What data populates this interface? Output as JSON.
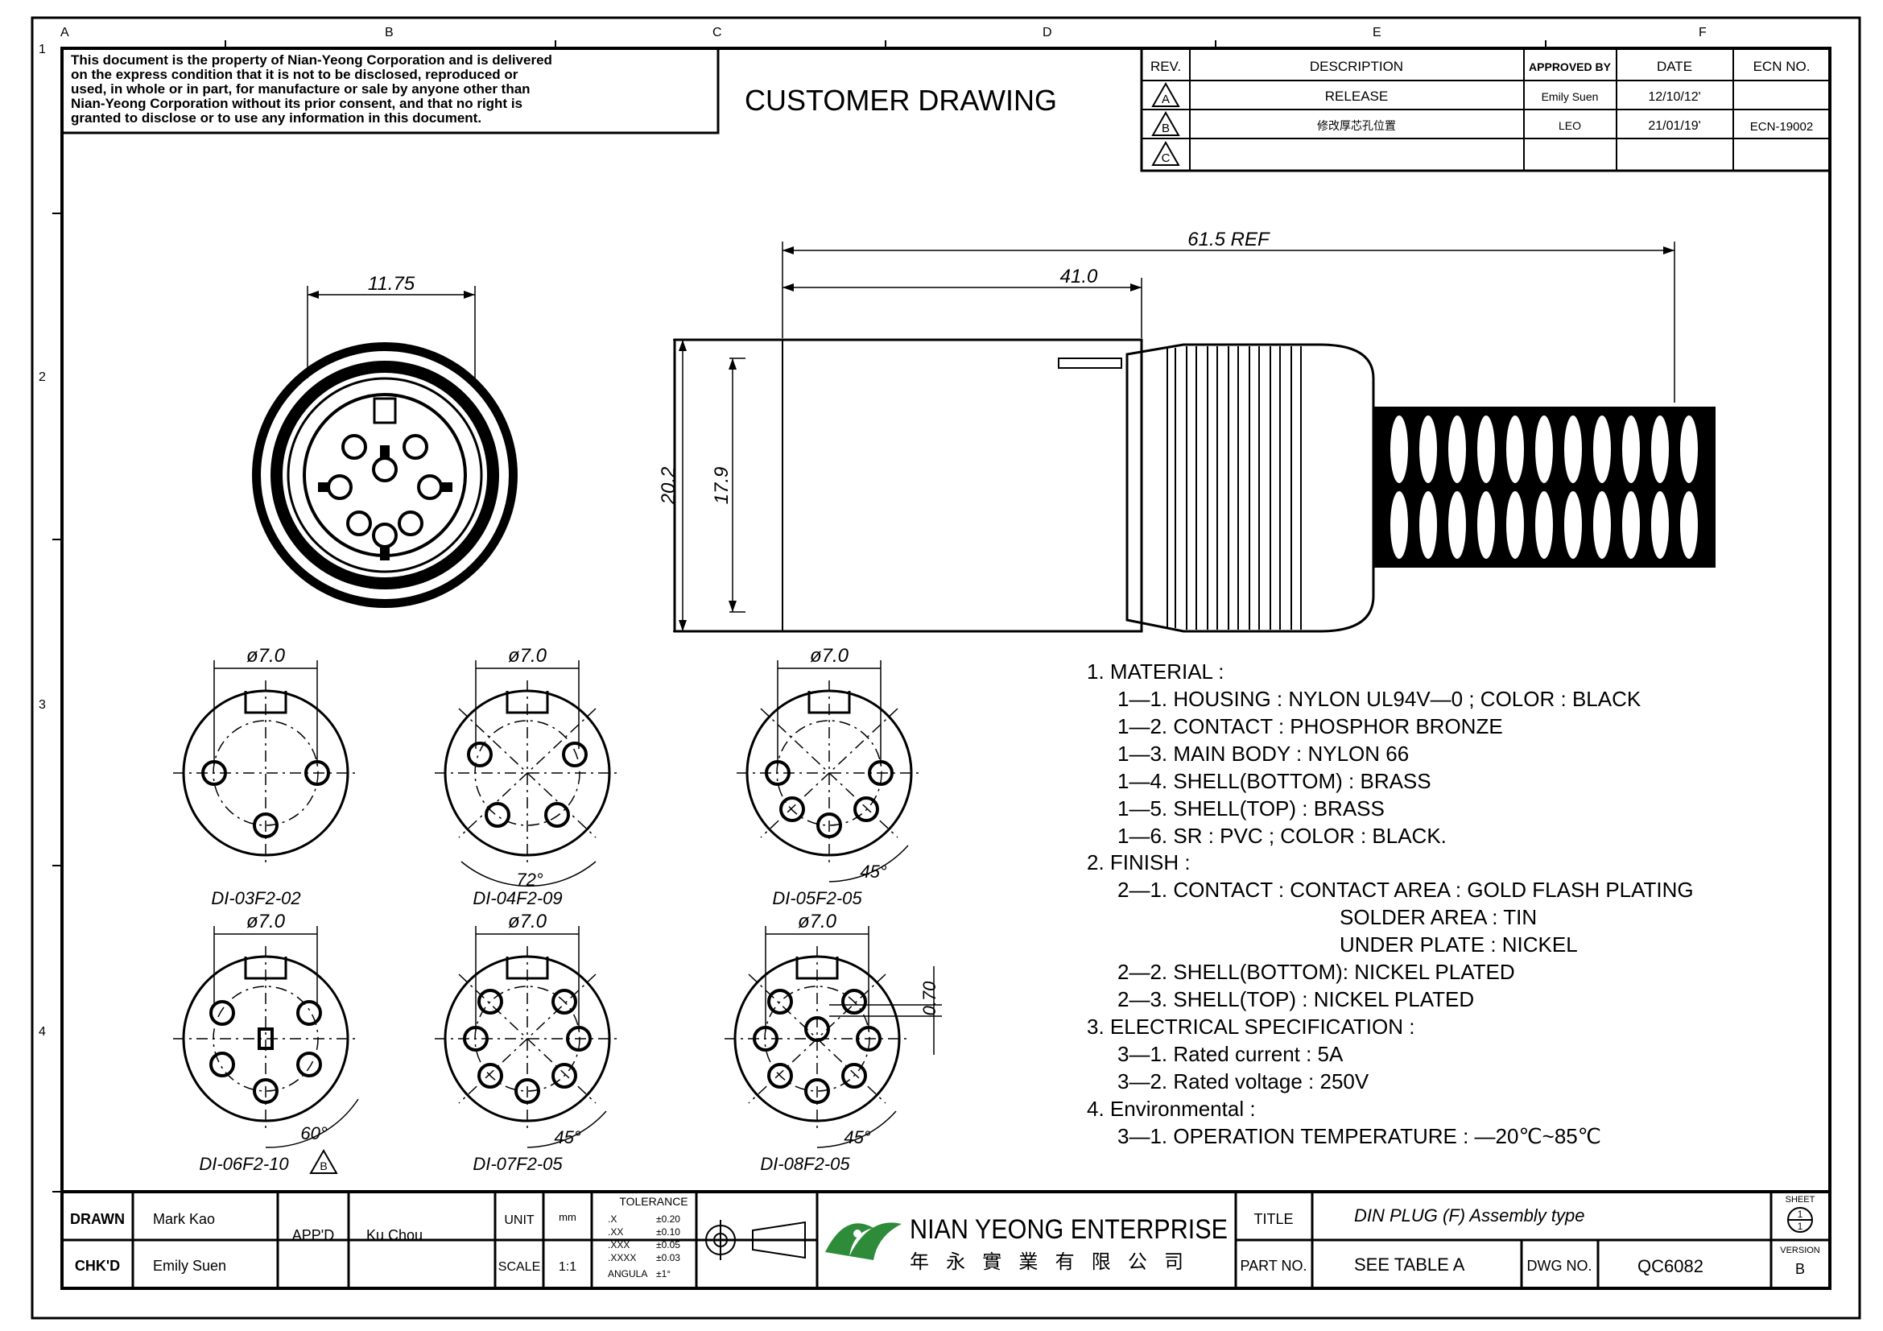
{
  "zones": {
    "columns": [
      "A",
      "B",
      "C",
      "D",
      "E",
      "F"
    ],
    "rows": [
      "1",
      "2",
      "3",
      "4"
    ]
  },
  "notice": {
    "lines": [
      "This document is the property of Nian-Yeong Corporation and is delivered",
      "on  the  express condition that it is not to be disclosed, reproduced or",
      "used, in whole or in part, for manufacture or sale by anyone other than",
      "Nian-Yeong Corporation without  its prior consent, and that  no right  is",
      "granted to disclose or to use any information in this  document."
    ]
  },
  "drawing_type": "CUSTOMER  DRAWING",
  "revisions": {
    "headers": [
      "REV.",
      "DESCRIPTION",
      "APPROVED BY",
      "DATE",
      "ECN NO."
    ],
    "rows": [
      {
        "rev": "A",
        "description": "RELEASE",
        "approved": "Emily Suen",
        "date": "12/10/12'",
        "ecn": ""
      },
      {
        "rev": "B",
        "description": "修改厚芯孔位置",
        "approved": "LEO",
        "date": "21/01/19'",
        "ecn": "ECN-19002"
      },
      {
        "rev": "C",
        "description": "",
        "approved": "",
        "date": "",
        "ecn": ""
      }
    ]
  },
  "dimensions": {
    "top_width": "11.75",
    "overall_ref": "61.5 REF",
    "body_length": "41.0",
    "outer_dia": "20.2",
    "inner_dia": "17.9",
    "pin_circle": "ø7.0",
    "key_offset": "0.70"
  },
  "variants": [
    {
      "code": "DI-03F2-02",
      "angle": "",
      "pin_circle": "ø7.0"
    },
    {
      "code": "DI-04F2-09",
      "angle": "72°",
      "pin_circle": "ø7.0"
    },
    {
      "code": "DI-05F2-05",
      "angle": "45°",
      "pin_circle": "ø7.0"
    },
    {
      "code": "DI-06F2-10",
      "angle": "60°",
      "pin_circle": "ø7.0",
      "rev": "B"
    },
    {
      "code": "DI-07F2-05",
      "angle": "45°",
      "pin_circle": "ø7.0"
    },
    {
      "code": "DI-08F2-05",
      "angle": "45°",
      "pin_circle": "ø7.0"
    }
  ],
  "notes": [
    "1.  MATERIAL  :",
    "1—1.  HOUSING  :  NYLON  UL94V—0  ;  COLOR  :  BLACK",
    "1—2.  CONTACT  :  PHOSPHOR  BRONZE",
    "1—3.  MAIN  BODY  :  NYLON  66",
    "1—4.  SHELL(BOTTOM)  :  BRASS",
    "1—5.  SHELL(TOP)  :  BRASS",
    "1—6.  SR  :  PVC  ;  COLOR  :  BLACK.",
    "2.  FINISH  :",
    "2—1.  CONTACT  :  CONTACT  AREA  :  GOLD  FLASH  PLATING",
    "SOLDER  AREA  :  TIN",
    "UNDER  PLATE  :  NICKEL",
    "2—2.  SHELL(BOTTOM):  NICKEL  PLATED",
    "2—3.  SHELL(TOP)  :  NICKEL  PLATED",
    "3.  ELECTRICAL  SPECIFICATION  :",
    "3—1.  Rated  current  :  5A",
    "3—2.  Rated  voltage  :  250V",
    "4.  Environmental  :",
    "3—1.  OPERATION  TEMPERATURE  :  —20℃~85℃"
  ],
  "title_block": {
    "drawn_label": "DRAWN",
    "drawn": "Mark Kao",
    "chkd_label": "CHK'D",
    "chkd": "Emily Suen",
    "app_label": "APP'D",
    "app": "Ku Chou",
    "unit_label": "UNIT",
    "unit": "mm",
    "scale_label": "SCALE",
    "scale": "1:1",
    "tolerance_title": "TOLERANCE",
    "tolerances": [
      {
        "k": ".X",
        "v": "±0.20"
      },
      {
        "k": ".XX",
        "v": "±0.10"
      },
      {
        "k": ".XXX",
        "v": "±0.05"
      },
      {
        "k": ".XXXX",
        "v": "±0.03"
      },
      {
        "k": "ANGULA",
        "v": "±1°"
      }
    ],
    "company": "NIAN YEONG ENTERPRISE",
    "company_cn": "年 永 實 業 有 限 公 司",
    "title_label": "TITLE",
    "title": "DIN PLUG (F) Assembly type",
    "part_label": "PART NO.",
    "part": "SEE TABLE A",
    "dwg_label": "DWG NO.",
    "dwg": "QC6082",
    "sheet_label": "SHEET",
    "sheet_num": "1",
    "sheet_total": "1",
    "version_label": "VERSION",
    "version": "B"
  },
  "colors": {
    "line": "#000000",
    "logo_green": "#2e8b3a",
    "paper": "#ffffff"
  }
}
